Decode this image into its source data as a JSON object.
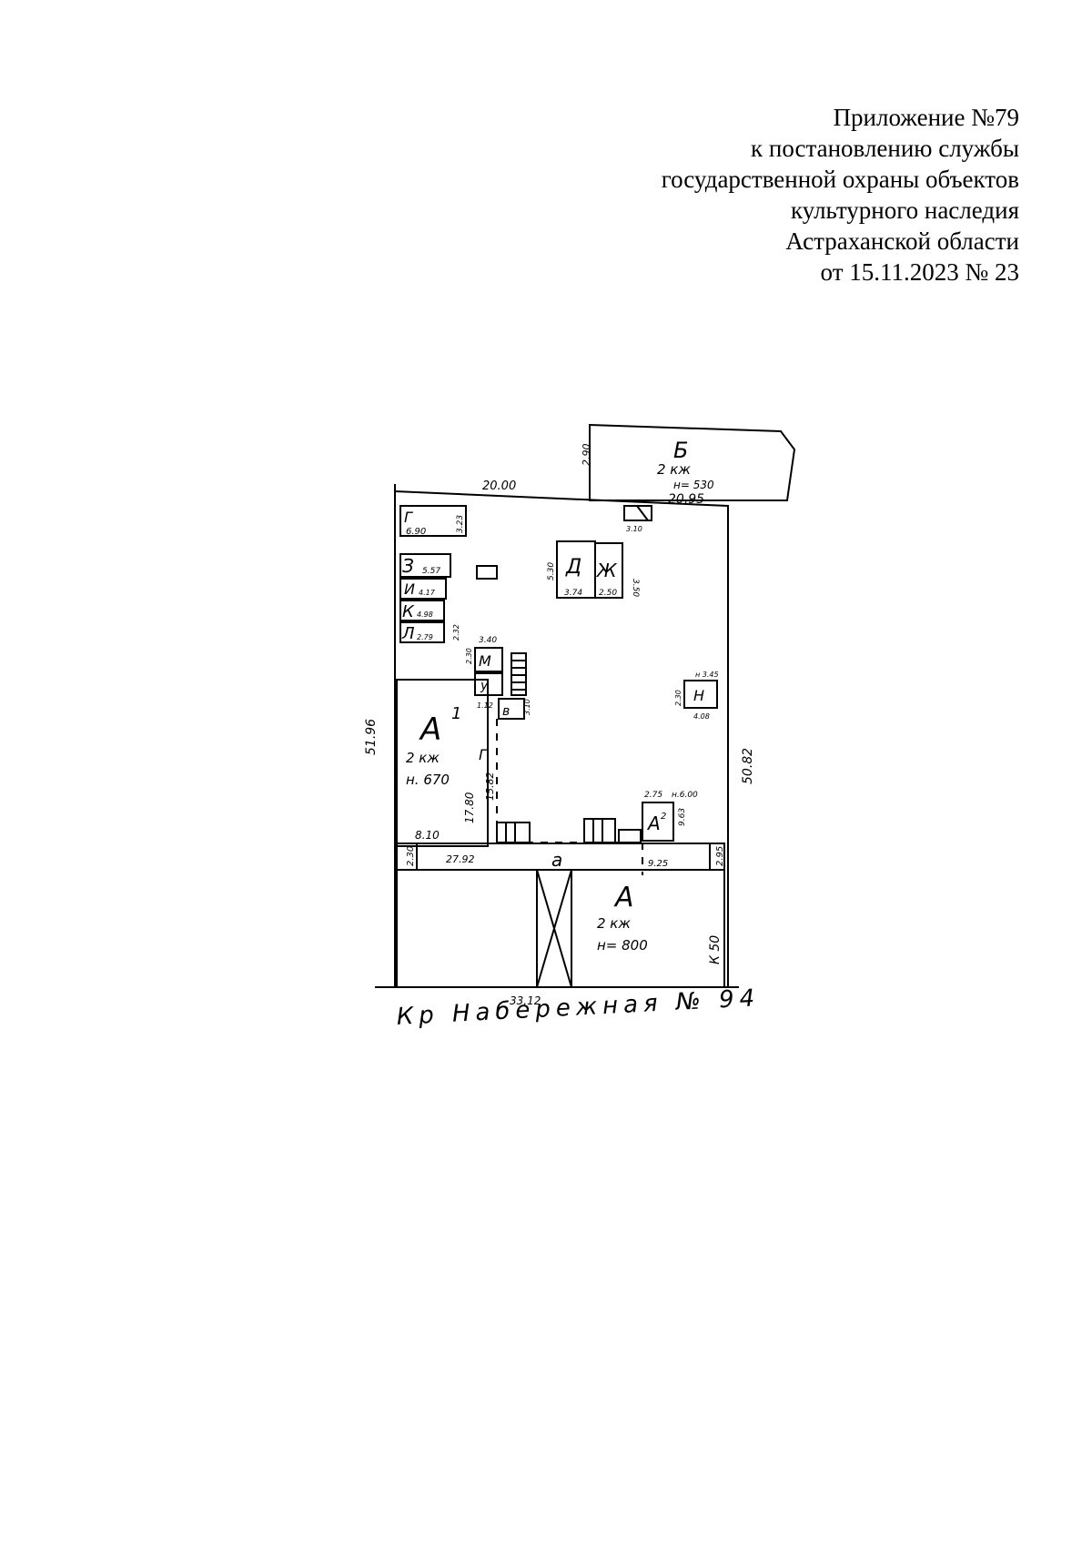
{
  "header": {
    "lines": [
      "Приложение №79",
      "к постановлению службы",
      "государственной охраны объектов",
      "культурного наследия",
      "Астраханской области",
      "от 15.11.2023 № 23"
    ]
  },
  "plan": {
    "caption": "Кр Набережная № 94",
    "buildings": {
      "b": {
        "letter": "Б",
        "floors": "2 кж",
        "height": "н= 530"
      },
      "a1": {
        "letter": "А",
        "sup": "1",
        "floors": "2 кж",
        "height": "н. 670"
      },
      "a": {
        "letter": "А",
        "floors": "2 кж",
        "height": "н= 800"
      },
      "a2": {
        "letter": "А",
        "sup": "2"
      },
      "g": "Г",
      "z": "З",
      "i": "И",
      "k": "К",
      "l": "Л",
      "d": "Д",
      "zh": "Ж",
      "n": "Н",
      "m": "М",
      "v": "в",
      "u": "у",
      "g2": "Г",
      "yard": "а"
    },
    "dims": {
      "top_left": "20.00",
      "top_right": "20.95",
      "left_side": "51.96",
      "right_side": "50.82",
      "bottom": "33.12",
      "b_side": "2.90",
      "front_left": "27.92",
      "front_right": "9.25",
      "right_small": "2.95",
      "left_small": "2.30",
      "a_side": "К 50",
      "a1_width": "8.10",
      "a1_depth": "17.80",
      "path": "15.82",
      "g_w": "6.90",
      "g_h": "3.23",
      "z_w": "5.57",
      "i_w": "4.17",
      "k_w": "4.98",
      "l_w": "2.79",
      "d_w": "3.74",
      "d_h": "5.30",
      "zh_w": "2.50",
      "zh_h": "3.50",
      "n_w": "4.08",
      "n_h": "2.30",
      "n_top": "н 3.45",
      "m_w": "3.40",
      "m_h": "2.30",
      "v_w": "3.10",
      "a2_w": "2.75",
      "a2_h": "н.6.00",
      "a2_s": "9.63",
      "l_s": "2.32",
      "u_w": "1.12"
    }
  }
}
